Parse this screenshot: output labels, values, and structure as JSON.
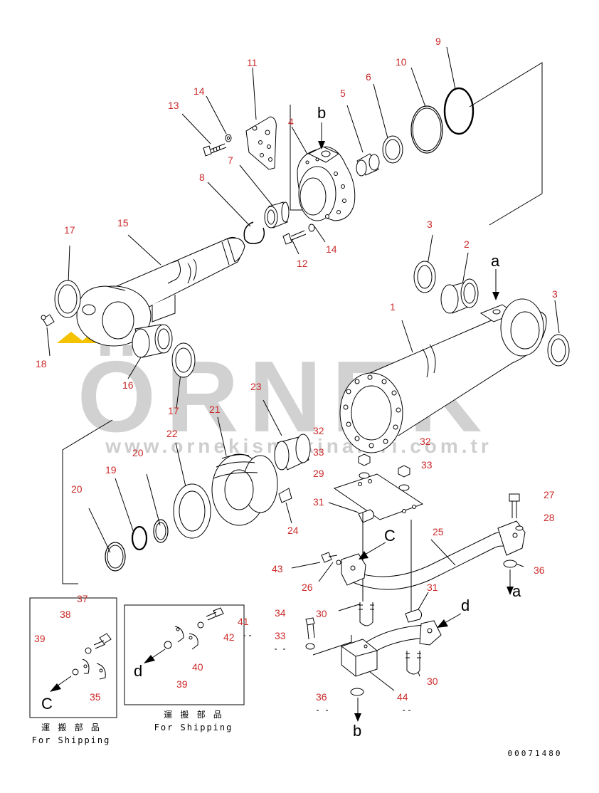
{
  "watermark": {
    "brand": "ÖRNEK",
    "url": "www.ornekismakinalari.com.tr",
    "brand_color": "#c9c9c9",
    "accent_color": "#f5c200"
  },
  "callout_color": "#cc2b2b",
  "drawing_number": "00071480",
  "shipping_boxes": [
    {
      "title_jp": "運 搬 部 品",
      "title_en": "For Shipping",
      "box_label": "37"
    },
    {
      "title_jp": "運 搬 部 品",
      "title_en": "For Shipping"
    }
  ],
  "view_letters": {
    "a": "a",
    "b": "b",
    "c": "C",
    "d": "d"
  },
  "labels": {
    "n1": "1",
    "n2": "2",
    "n3a": "3",
    "n3b": "3",
    "n4": "4",
    "n5": "5",
    "n6": "6",
    "n7": "7",
    "n8": "8",
    "n9": "9",
    "n10": "10",
    "n11": "11",
    "n12": "12",
    "n13": "13",
    "n14a": "14",
    "n14b": "14",
    "n15": "15",
    "n16": "16",
    "n17a": "17",
    "n17b": "17",
    "n18": "18",
    "n19": "19",
    "n20a": "20",
    "n20b": "20",
    "n21": "21",
    "n22": "22",
    "n23": "23",
    "n24": "24",
    "n25": "25",
    "n26": "26",
    "n27": "27",
    "n28": "28",
    "n29": "29",
    "n30a": "30",
    "n30b": "30",
    "n31a": "31",
    "n31b": "31",
    "n32a": "32",
    "n32b": "32",
    "n33a": "33",
    "n33b": "33",
    "n33c": "33",
    "n34": "34",
    "n35": "35",
    "n36a": "36",
    "n36b": "36",
    "n37": "37",
    "n38": "38",
    "n39a": "39",
    "n39b": "39",
    "n40": "40",
    "n41": "41",
    "n42": "42",
    "n43": "43",
    "n44": "44"
  }
}
